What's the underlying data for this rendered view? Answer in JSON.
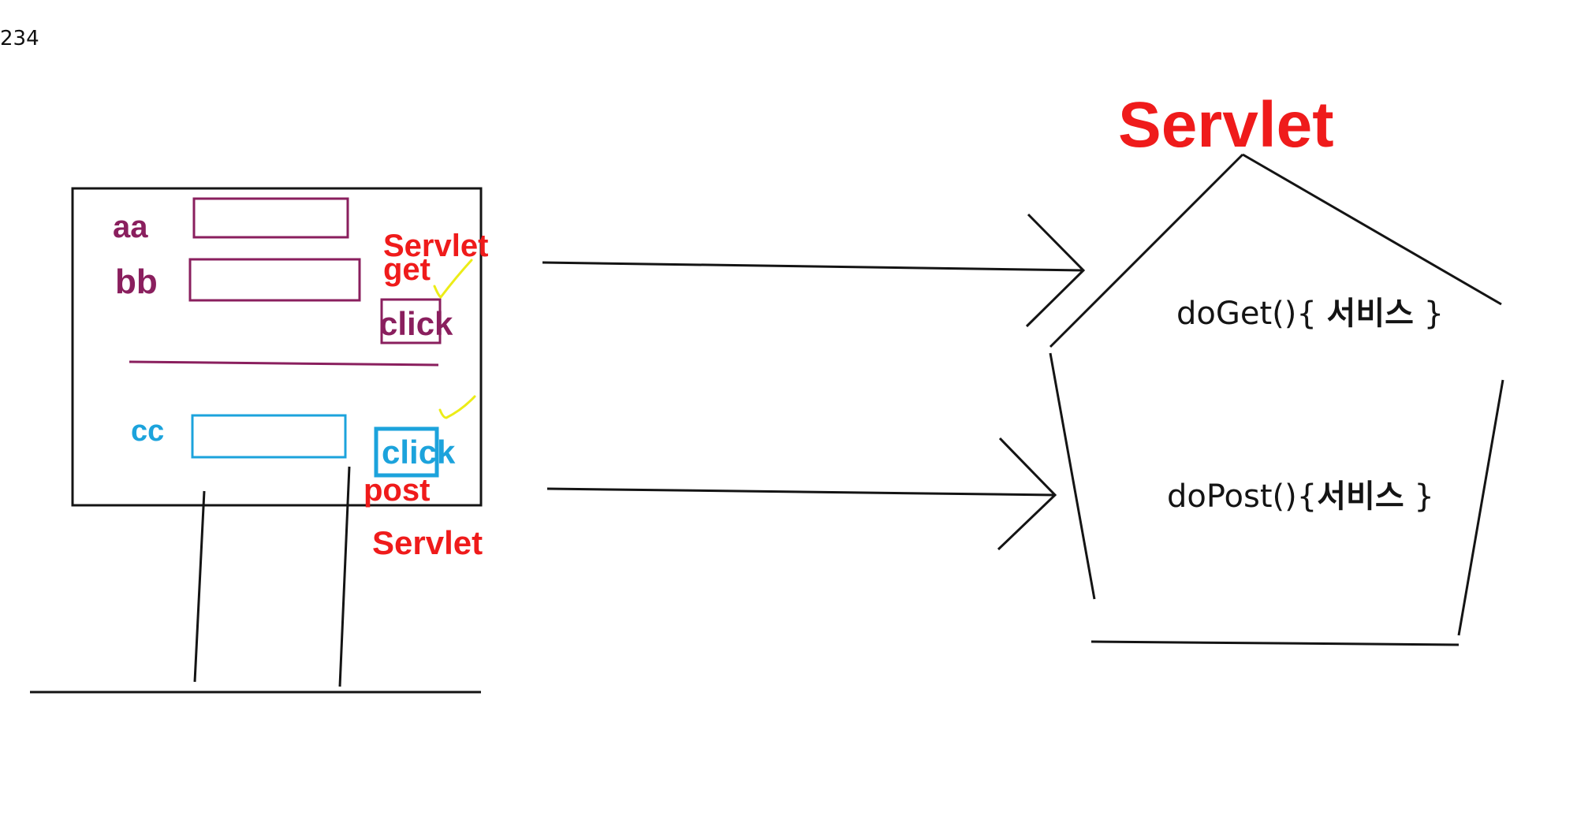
{
  "corner_text": "234",
  "form": {
    "label_aa": "aa",
    "label_bb": "bb",
    "label_cc": "cc",
    "get_servlet": "Servlet",
    "get_method": "get",
    "get_button": "click",
    "post_button": "click",
    "post_method": "post",
    "post_servlet": "Servlet"
  },
  "servlet": {
    "title": "Servlet",
    "doget_prefix": "doGet(){ ",
    "doget_service": "서비스",
    "doget_suffix": " }",
    "dopost_prefix": "doPost(){",
    "dopost_service": "서비스",
    "dopost_suffix": " }"
  },
  "colors": {
    "purple": "#8a1f5e",
    "red": "#ef1b1b",
    "blue": "#1ca3dc",
    "yellow": "#ecec17",
    "ink": "#141414"
  }
}
